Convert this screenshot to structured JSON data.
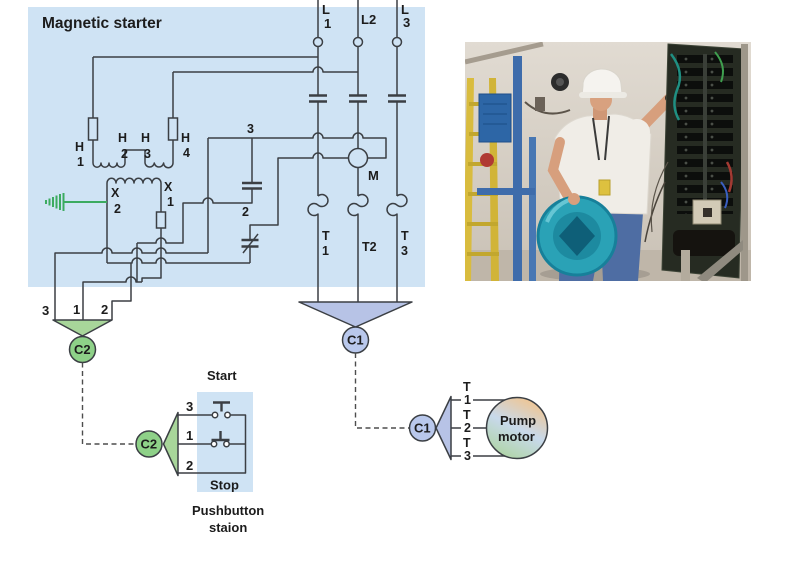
{
  "title": "Magnetic starter",
  "power": {
    "l1": {
      "a": "L",
      "b": "1"
    },
    "l2": "L2",
    "l3": {
      "a": "L",
      "b": "3"
    }
  },
  "transformer": {
    "h1": {
      "a": "H",
      "b": "1"
    },
    "h2": {
      "a": "H",
      "b": "2"
    },
    "h3": {
      "a": "H",
      "b": "3"
    },
    "h4": {
      "a": "H",
      "b": "4"
    },
    "x2": {
      "a": "X",
      "b": "2"
    },
    "x1": {
      "a": "X",
      "b": "1"
    }
  },
  "control": {
    "node3": "3",
    "node2": "2",
    "coil": "M"
  },
  "load": {
    "t1": {
      "a": "T",
      "b": "1"
    },
    "t2": "T2",
    "t3": {
      "a": "T",
      "b": "3"
    }
  },
  "connector_c1": {
    "label": "C1"
  },
  "connector_c2": {
    "label": "C2",
    "pins": {
      "p3": "3",
      "p1": "1",
      "p2": "2"
    }
  },
  "pushbutton": {
    "title_start": "Start",
    "title_stop": "Stop",
    "caption_line1": "Pushbutton",
    "caption_line2": "staion",
    "pins": {
      "p3": "3",
      "p1": "1",
      "p2": "2"
    }
  },
  "pump": {
    "name_line1": "Pump",
    "name_line2": "motor",
    "t1": {
      "a": "T",
      "b": "1"
    },
    "t2": {
      "a": "T",
      "b": "2"
    },
    "t3": {
      "a": "T",
      "b": "3"
    }
  },
  "colors": {
    "panel": "#cfe3f4",
    "wire": "#3b3f44",
    "label": "#1c1c1c",
    "ground": "#3cab60",
    "dash": "#4d4d4d",
    "c2_tri": "#a8d69a",
    "c2_circ": "#8ed188",
    "c1_tri": "#b7c3e6",
    "c1_circ": "#b9c8ec",
    "pump_top": "#f2c48d",
    "pump_mid": "#c8d9eb",
    "pump_bot": "#aed4a2"
  }
}
